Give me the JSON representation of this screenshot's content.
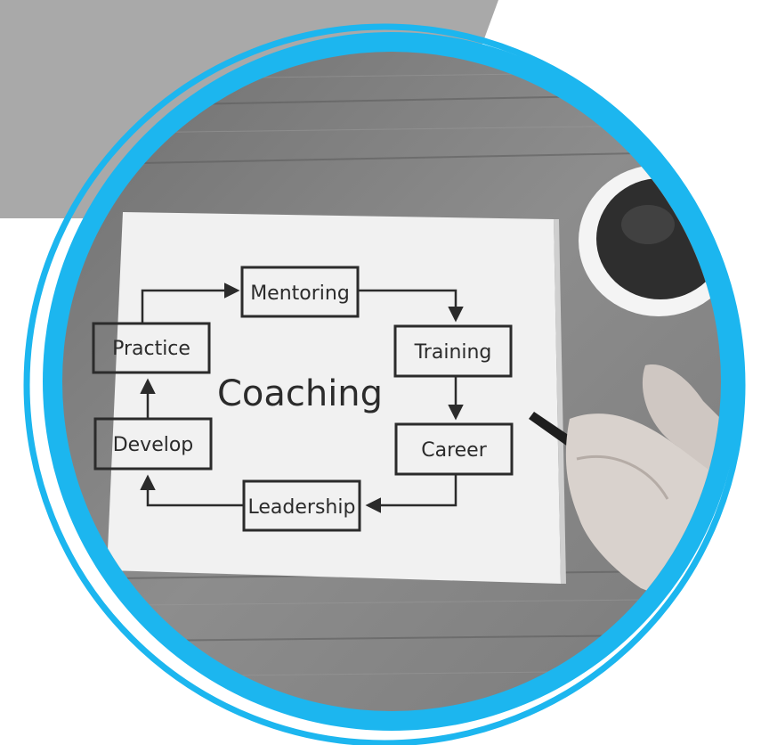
{
  "colors": {
    "accent_ring": "#1cb6ef",
    "gray_shape": "#a9a9a9",
    "wood": "#8a8a8a",
    "paper": "#f2f2f2",
    "ink": "#2b2b2b"
  },
  "diagram": {
    "center": "Coaching",
    "steps": {
      "mentoring": "Mentoring",
      "training": "Training",
      "career": "Career",
      "leadership": "Leadership",
      "develop": "Develop",
      "practice": "Practice"
    }
  }
}
